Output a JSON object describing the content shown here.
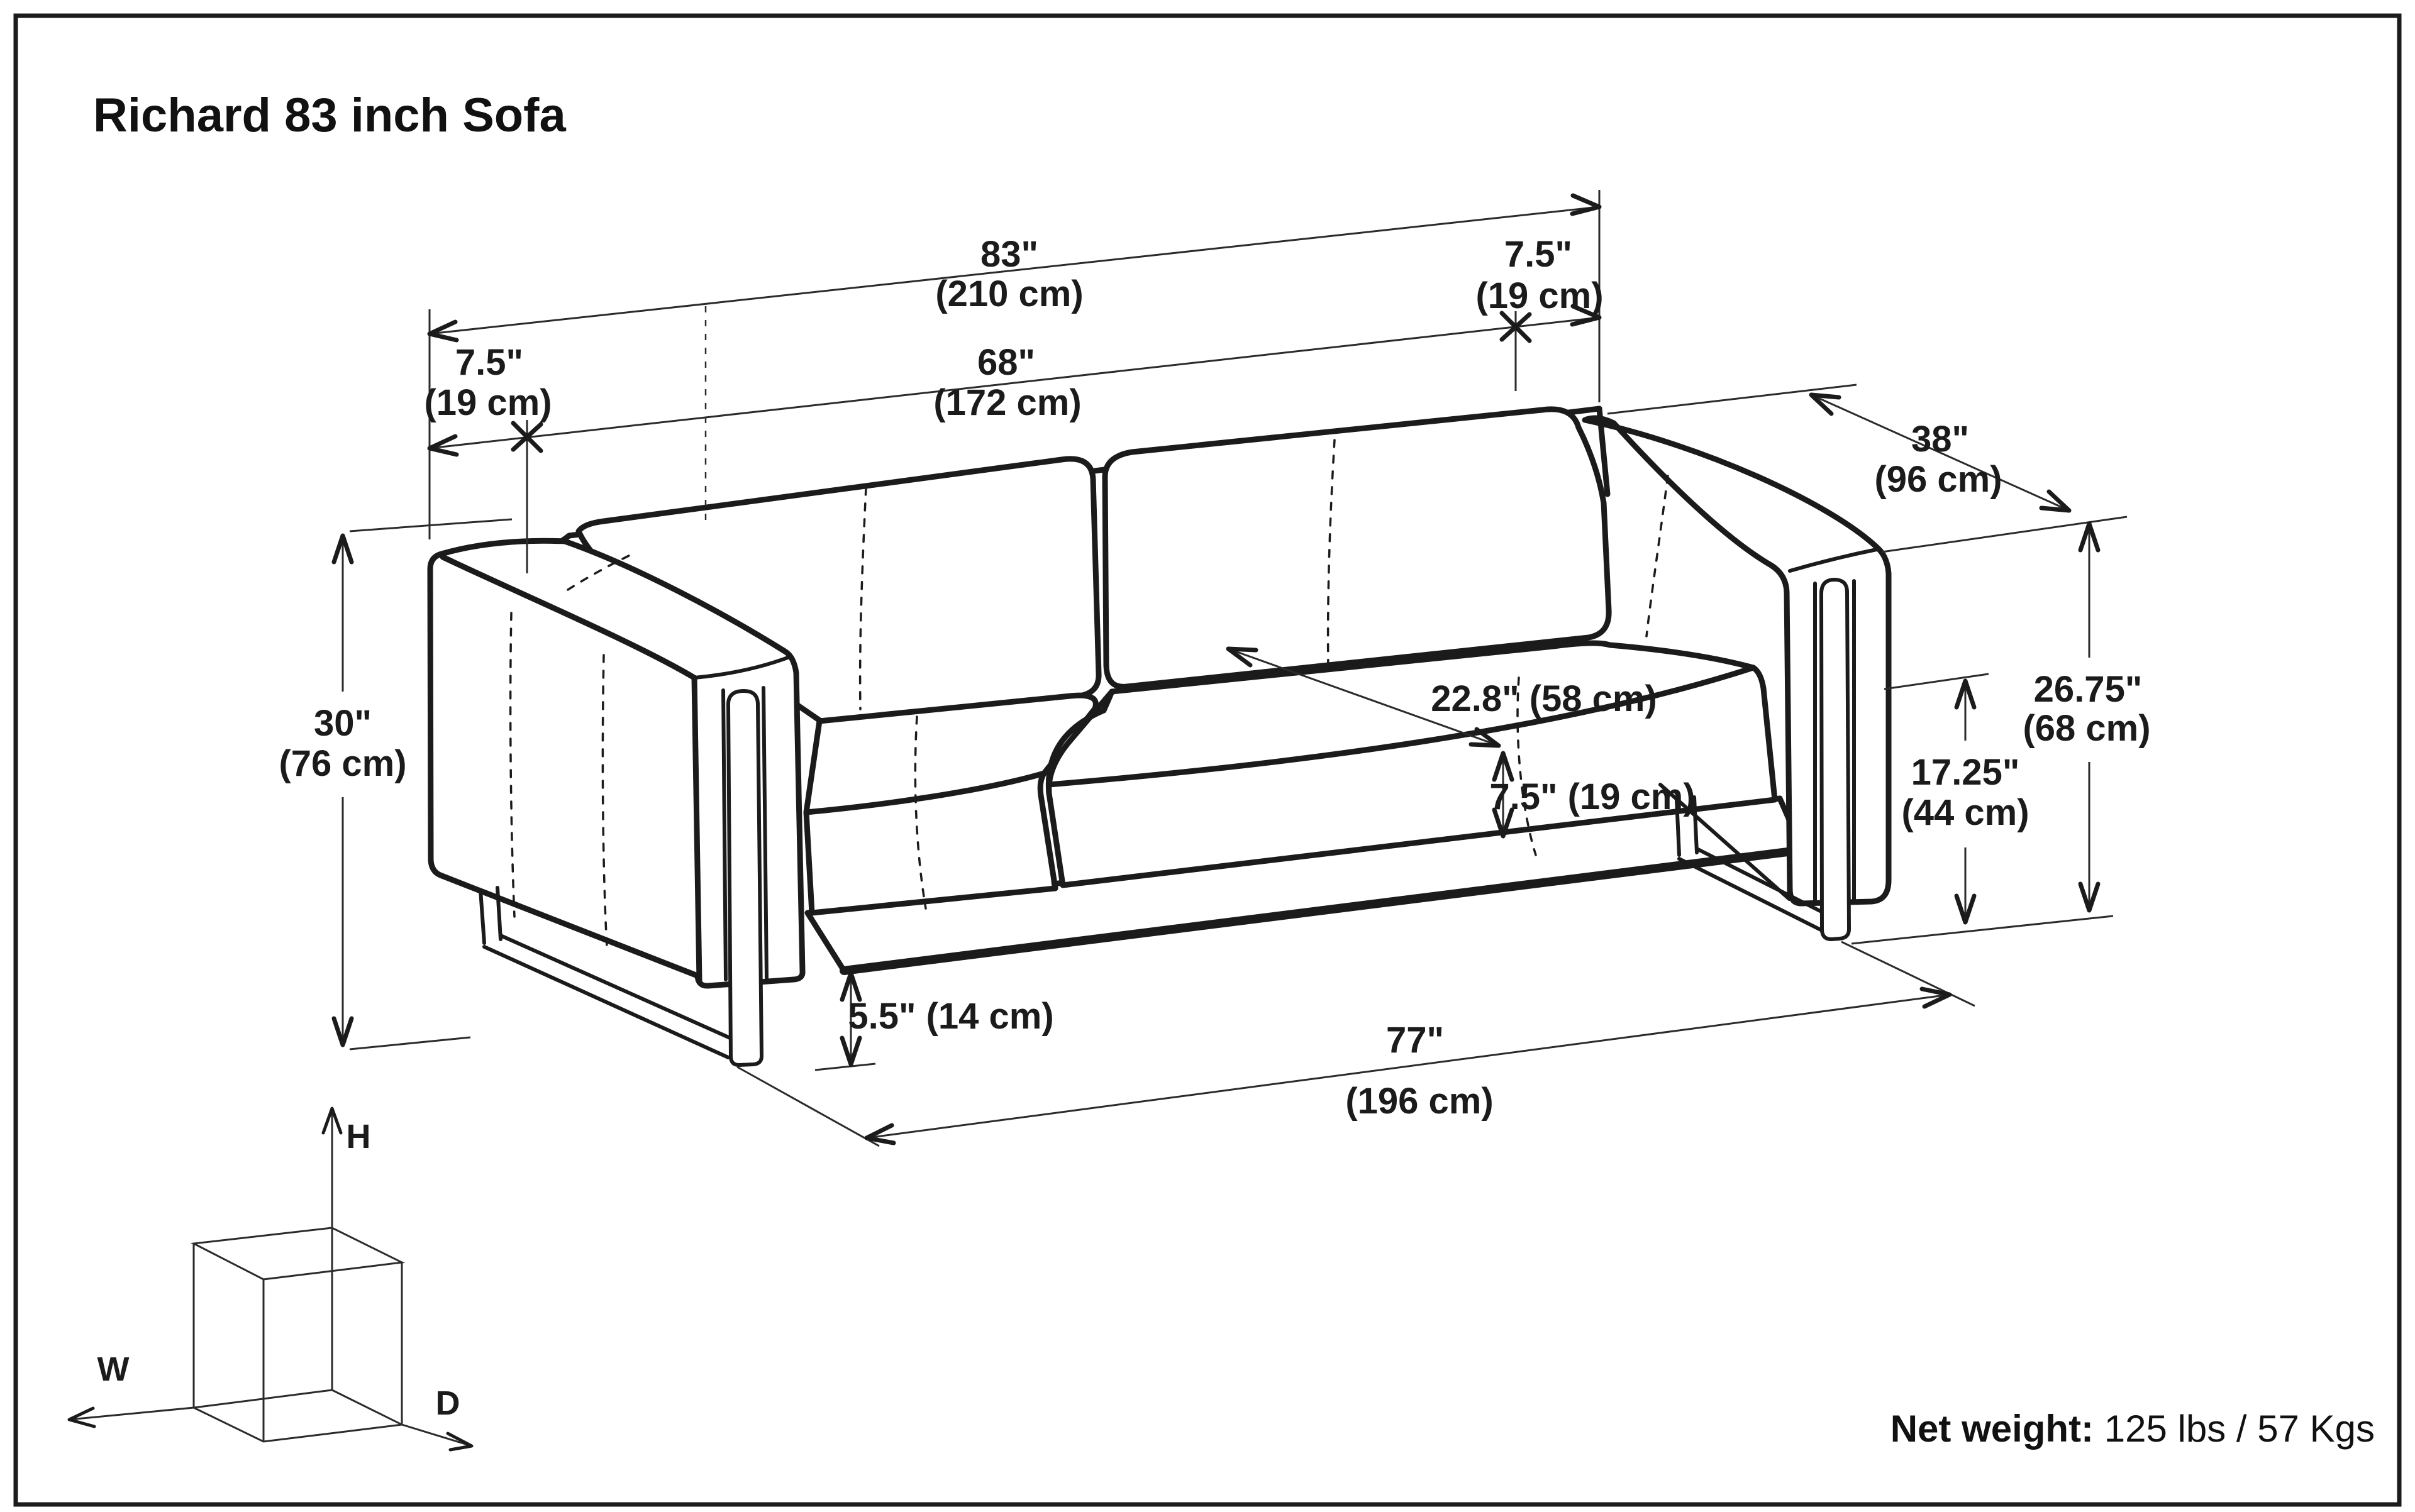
{
  "title": "Richard 83 inch Sofa",
  "diagram": {
    "dimensions": {
      "overall_width": {
        "inches": "83\"",
        "metric": "(210 cm)"
      },
      "left_arm_width": {
        "inches": "7.5\"",
        "metric": "(19 cm)"
      },
      "interior_width": {
        "inches": "68\"",
        "metric": "(172 cm)"
      },
      "right_arm_width": {
        "inches": "7.5\"",
        "metric": "(19 cm)"
      },
      "depth": {
        "inches": "38\"",
        "metric": "(96 cm)"
      },
      "overall_height": {
        "inches": "30\"",
        "metric": "(76 cm)"
      },
      "seat_depth": {
        "combined": "22.8\" (58 cm)"
      },
      "cushion_thickness": {
        "combined": "7.5\" (19 cm)"
      },
      "arm_height": {
        "inches": "26.75\"",
        "metric": "(68 cm)"
      },
      "seat_height": {
        "inches": "17.25\"",
        "metric": "(44 cm)"
      },
      "leg_height": {
        "combined": "5.5\" (14 cm)"
      },
      "front_width": {
        "inches": "77\"",
        "metric": "(196 cm)"
      }
    },
    "axis_key": {
      "height": "H",
      "width": "W",
      "depth": "D"
    }
  },
  "footer": {
    "net_weight_label": "Net weight:",
    "net_weight_value": " 125 lbs / 57 Kgs"
  }
}
